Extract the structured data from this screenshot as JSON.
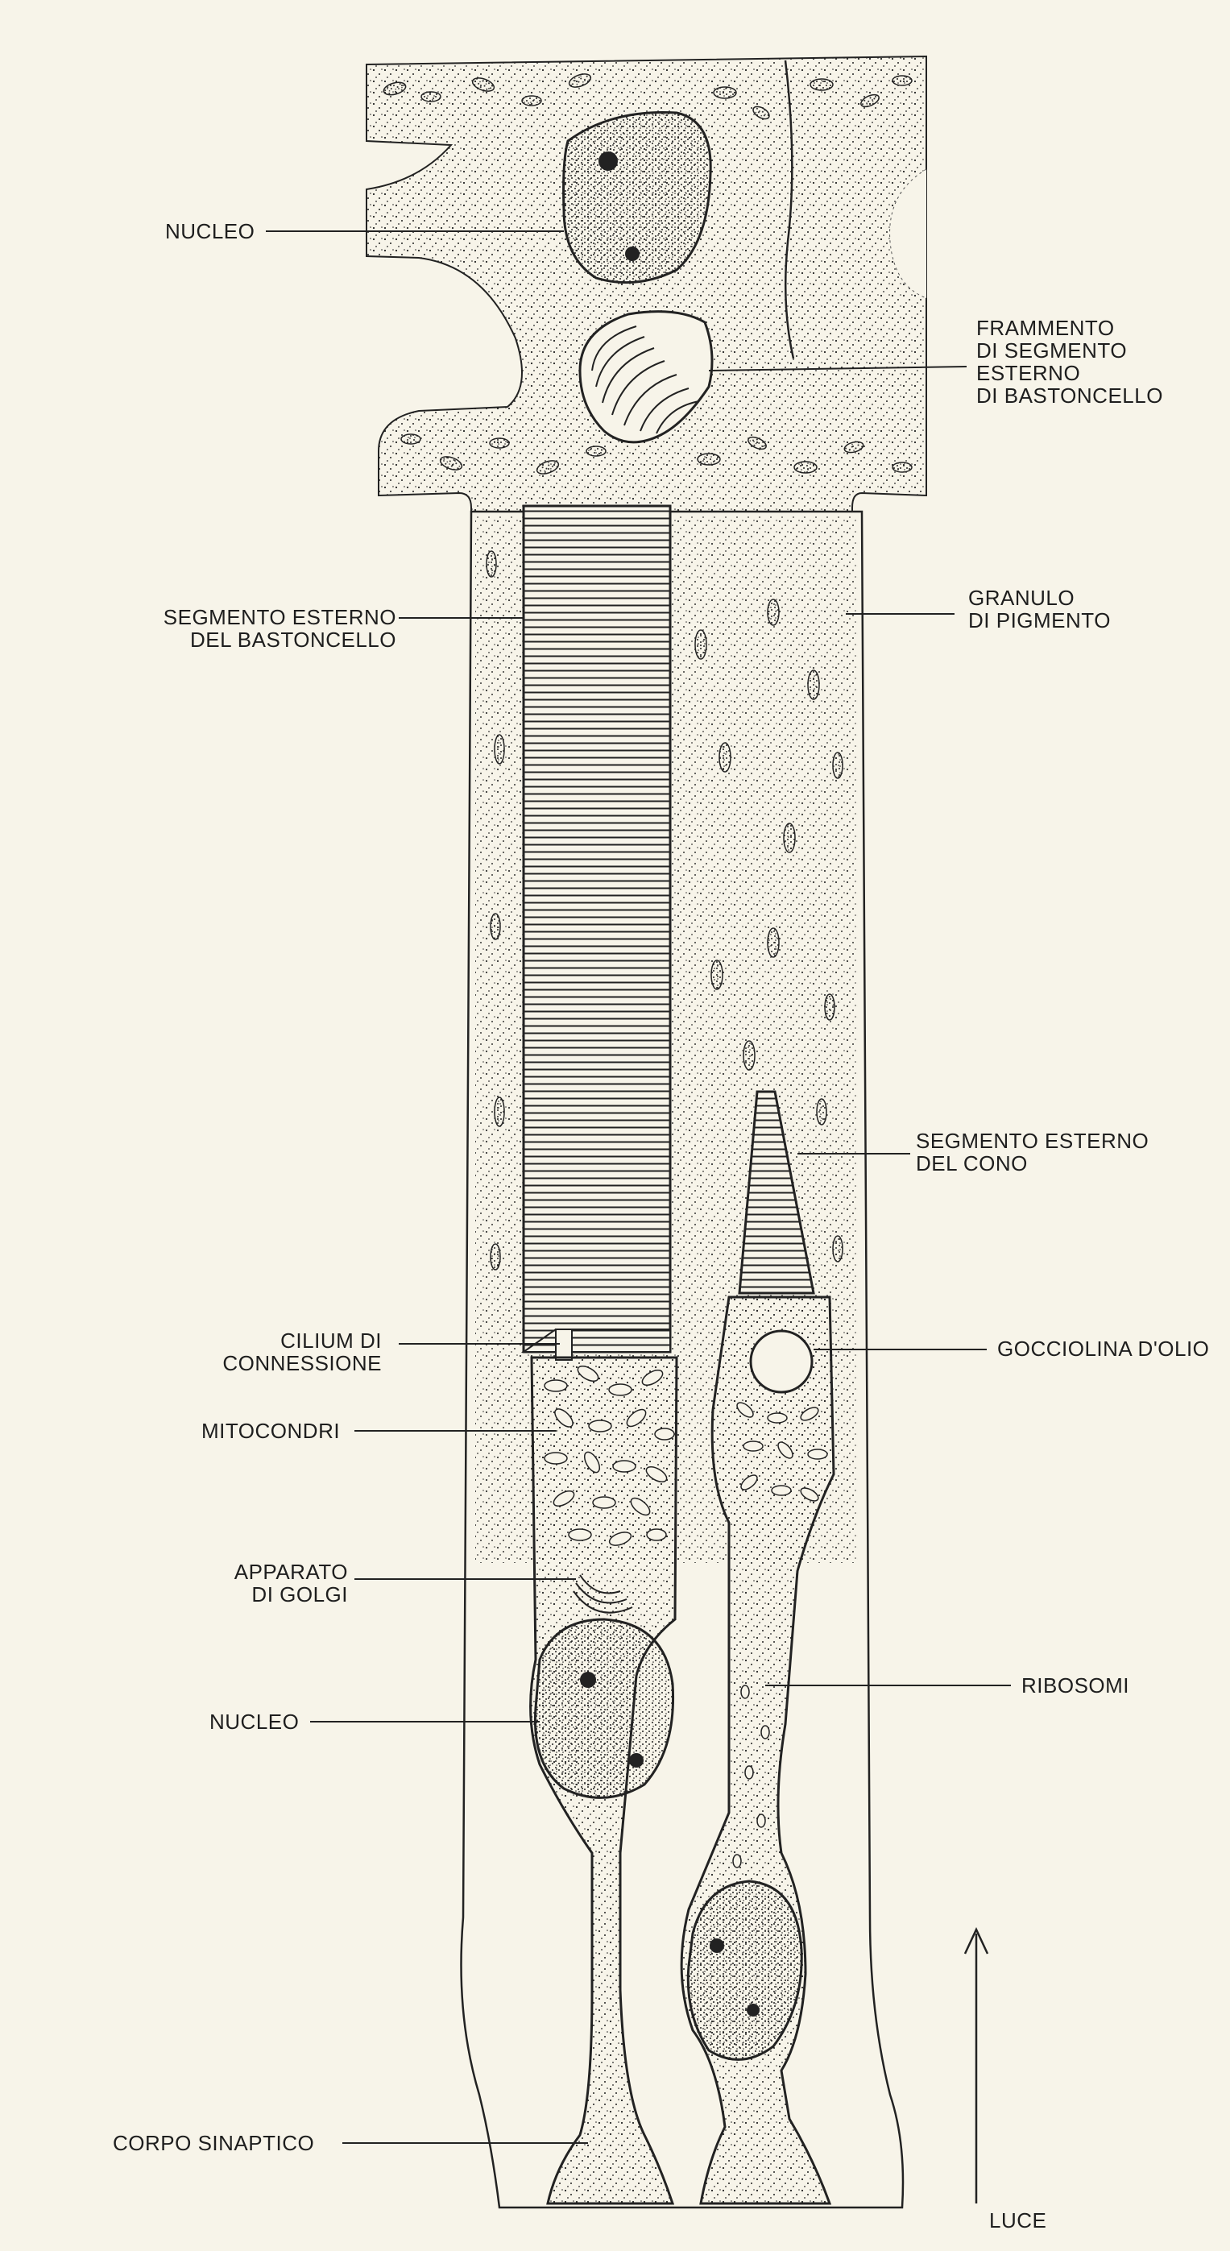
{
  "labels": {
    "nucleo_top": "NUCLEO",
    "frammento": [
      "FRAMMENTO",
      "DI SEGMENTO",
      "ESTERNO",
      "DI BASTONCELLO"
    ],
    "segmento_bastoncello": [
      "SEGMENTO ESTERNO",
      "DEL BASTONCELLO"
    ],
    "granulo": [
      "GRANULO",
      "DI PIGMENTO"
    ],
    "segmento_cono": [
      "SEGMENTO ESTERNO",
      "DEL CONO"
    ],
    "cilium": [
      "CILIUM DI",
      "CONNESSIONE"
    ],
    "gocciolina": "GOCCIOLINA D'OLIO",
    "mitocondri": "MITOCONDRI",
    "golgi": [
      "APPARATO",
      "DI GOLGI"
    ],
    "ribosomi": "RIBOSOMI",
    "nucleo_bottom": "NUCLEO",
    "corpo_sinaptico": "CORPO SINAPTICO",
    "luce": "LUCE"
  },
  "colors": {
    "background": "#f7f4e9",
    "ink": "#1e1e1e"
  }
}
